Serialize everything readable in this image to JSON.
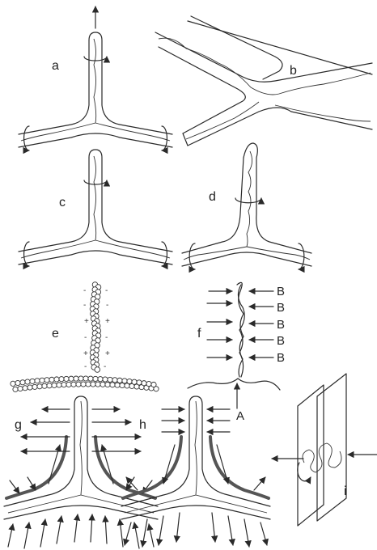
{
  "panels": {
    "a": "a",
    "b": "b",
    "c": "c",
    "d": "d",
    "e": "e",
    "f": "f",
    "g": "g",
    "h": "h",
    "i": "i"
  },
  "force_labels": {
    "B": "B",
    "A": "A"
  }
}
